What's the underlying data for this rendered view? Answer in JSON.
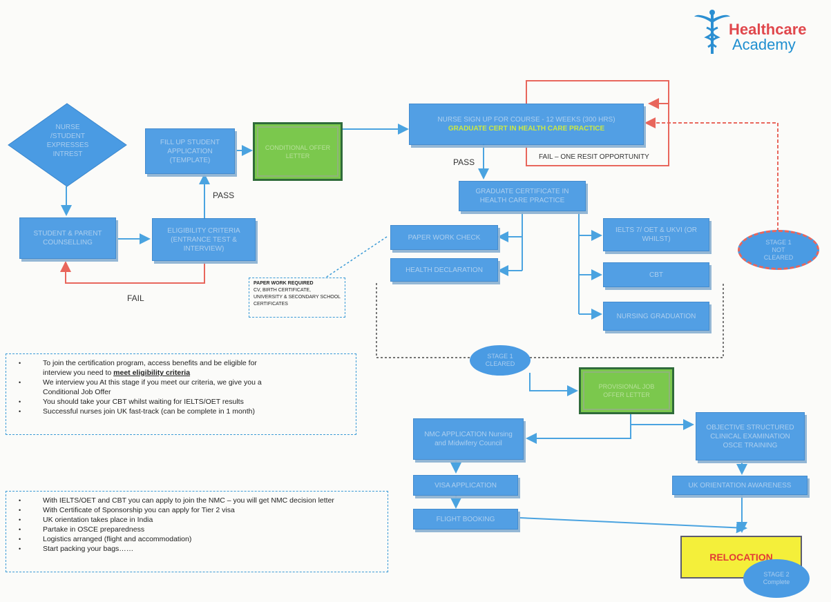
{
  "logo": {
    "line1": "Healthcare",
    "line2": "Academy"
  },
  "nodes": {
    "nurse_interest": "NURSE /STUDENT EXPRESSES INTREST",
    "counselling": "STUDENT & PARENT COUNSELLING",
    "eligibility": "ELIGIBILITY CRITERIA (ENTRANCE TEST & INTERVIEW)",
    "application": "FILL UP STUDENT APPLICATION (Template)",
    "offer_letter": "CONDITIONAL OFFER LETTER",
    "signup": "NURSE SIGN UP FOR COURSE - 12 WEEKS (300 HRS)",
    "signup_highlight": "GRADUATE CERT IN HEALTH CARE PRACTICE",
    "grad_cert": "GRADUATE CERTIFICATE IN HEALTH CARE PRACTICE",
    "paperwork_check": "PAPER WORK CHECK",
    "health_declaration": "HEALTH DECLARATION",
    "ielts": "IELTS 7/ OET & UKVI (OR WHILST)",
    "cbt": "CBT",
    "nursing_grad": "NURSING GRADUATION",
    "stage1_cleared": "STAGE 1 CLEARED",
    "stage1_not_cleared": "STAGE 1 NOT CLEARED",
    "provisional_offer": "PROVISIONAL JOB OFFER LETTER",
    "nmc_app": "NMC APPLICATION Nursing and Midwifery Council",
    "osce": "OBJECTIVE STRUCTURED CLINICAL EXAMINATION OSCE TRAINING",
    "visa": "VISA APPLICATION",
    "uk_orientation": "UK ORIENTATION AWARENESS",
    "flight": "FLIGHT BOOKING",
    "relocation": "RELOCATION",
    "stage2": "STAGE 2 Complete"
  },
  "labels": {
    "pass1": "PASS",
    "pass2": "PASS",
    "fail": "FAIL",
    "fail_resit": "FAIL – ONE RESIT OPPORTUNITY"
  },
  "paperwork_note": {
    "title": "PAPER WORK REQUIRED",
    "body": "CV, BIRTH CERTIFICATE, UNIVERSITY & SECONDARY SCHOOL CERTIFICATES"
  },
  "notes1": [
    {
      "pre": "To join the certification program, access benefits and be eligible for",
      "cont_pre": "interview you need to ",
      "emph": "meet eligibility criteria"
    },
    {
      "pre": "We interview you At this stage if you meet our criteria, we give you a",
      "cont_pre": "Conditional Job Offer",
      "emph": ""
    },
    {
      "pre": "You should take your CBT whilst waiting for IELTS/OET results",
      "cont_pre": "",
      "emph": ""
    },
    {
      "pre": "Successful nurses join UK fast-track (can be complete in 1 month)",
      "cont_pre": "",
      "emph": ""
    }
  ],
  "notes2": [
    "With IELTS/OET and CBT you can apply to join the NMC – you will get NMC decision letter",
    "With Certificate of Sponsorship you can apply for Tier 2 visa",
    "UK orientation takes place in India",
    "Partake in OSCE preparedness",
    "Logistics arranged (flight and accommodation)",
    "Start packing your bags……"
  ],
  "colors": {
    "box": "#4a9be3",
    "arrow": "#4aa3e0",
    "fail": "#e8665c",
    "green": "#7bc84d",
    "relocation": "#f4ef3a"
  }
}
